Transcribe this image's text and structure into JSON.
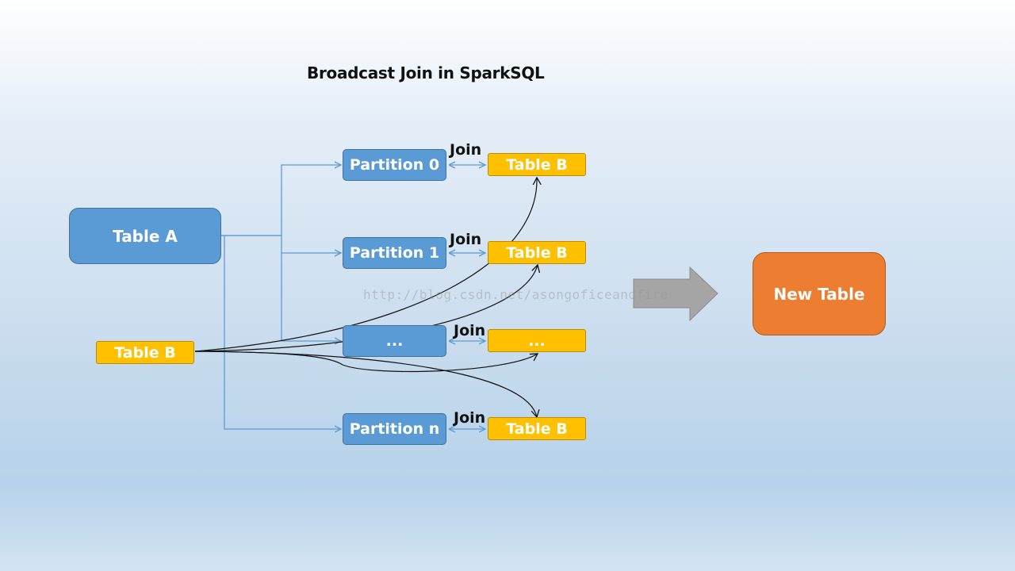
{
  "title": "Broadcast Join in SparkSQL",
  "table_a": "Table A",
  "table_b_source": "Table B",
  "partitions": [
    "Partition 0",
    "Partition 1",
    "...",
    "Partition n"
  ],
  "broadcast_copies": [
    "Table B",
    "Table B",
    "...",
    "Table B"
  ],
  "join_labels": [
    "Join",
    "Join",
    "Join",
    "Join"
  ],
  "result": "New Table",
  "watermark": "http://blog.csdn.net/asongoficeandfire",
  "colors": {
    "partition_fill": "#5b9bd5",
    "table_b_fill": "#ffc000",
    "result_fill": "#ed7d31",
    "arrow_gray": "#a5a5a5",
    "connector_blue": "#5b9bd5"
  }
}
